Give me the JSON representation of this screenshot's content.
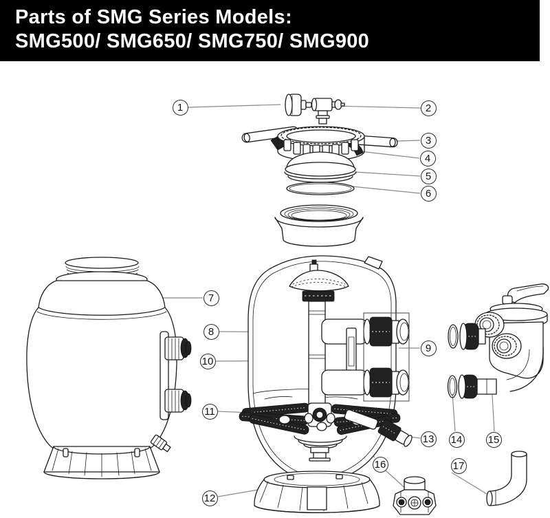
{
  "header": {
    "line1": "Parts of SMG Series Models:",
    "line2": "SMG500/ SMG650/ SMG750/ SMG900"
  },
  "diagram": {
    "callouts": [
      {
        "number": "1"
      },
      {
        "number": "2"
      },
      {
        "number": "3"
      },
      {
        "number": "4"
      },
      {
        "number": "5"
      },
      {
        "number": "6"
      },
      {
        "number": "7"
      },
      {
        "number": "8"
      },
      {
        "number": "9"
      },
      {
        "number": "10"
      },
      {
        "number": "11"
      },
      {
        "number": "12"
      },
      {
        "number": "13"
      },
      {
        "number": "14"
      },
      {
        "number": "15"
      },
      {
        "number": "16"
      },
      {
        "number": "17"
      }
    ]
  },
  "colors": {
    "header_bg": "#000000",
    "header_text": "#ffffff",
    "line_art": "#1a1a1a",
    "leader_line": "#8a8a8a"
  }
}
